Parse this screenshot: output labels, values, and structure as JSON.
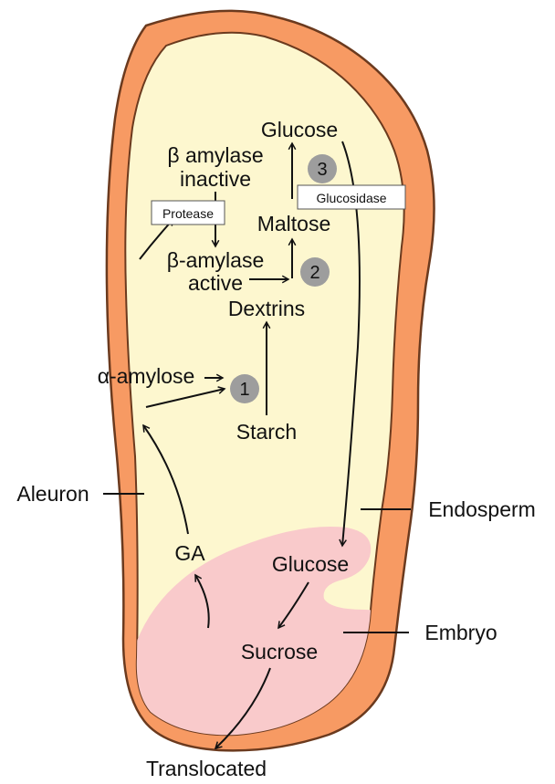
{
  "colors": {
    "aleuron_fill": "#F79A63",
    "aleuron_stroke": "#6B3A1E",
    "endosperm_fill": "#FDF7CF",
    "embryo_fill": "#F9CACB",
    "step_circle": "#9D9D9D",
    "arrow": "#111111",
    "box_fill": "#FFFFFF"
  },
  "labels": {
    "glucose_top": "Glucose",
    "beta_amylase_inactive_line1": "β amylase",
    "beta_amylase_inactive_line2": "inactive",
    "protease": "Protease",
    "glucosidase": "Glucosidase",
    "maltose": "Maltose",
    "beta_amylase_active_line1": "β-amylase",
    "beta_amylase_active_line2": "active",
    "dextrins": "Dextrins",
    "alpha_amylose": "α-amylose",
    "starch": "Starch",
    "aleuron": "Aleuron",
    "endosperm": "Endosperm",
    "ga": "GA",
    "glucose_embryo": "Glucose",
    "sucrose": "Sucrose",
    "embryo": "Embryo",
    "translocated": "Translocated"
  },
  "steps": [
    "1",
    "2",
    "3"
  ]
}
